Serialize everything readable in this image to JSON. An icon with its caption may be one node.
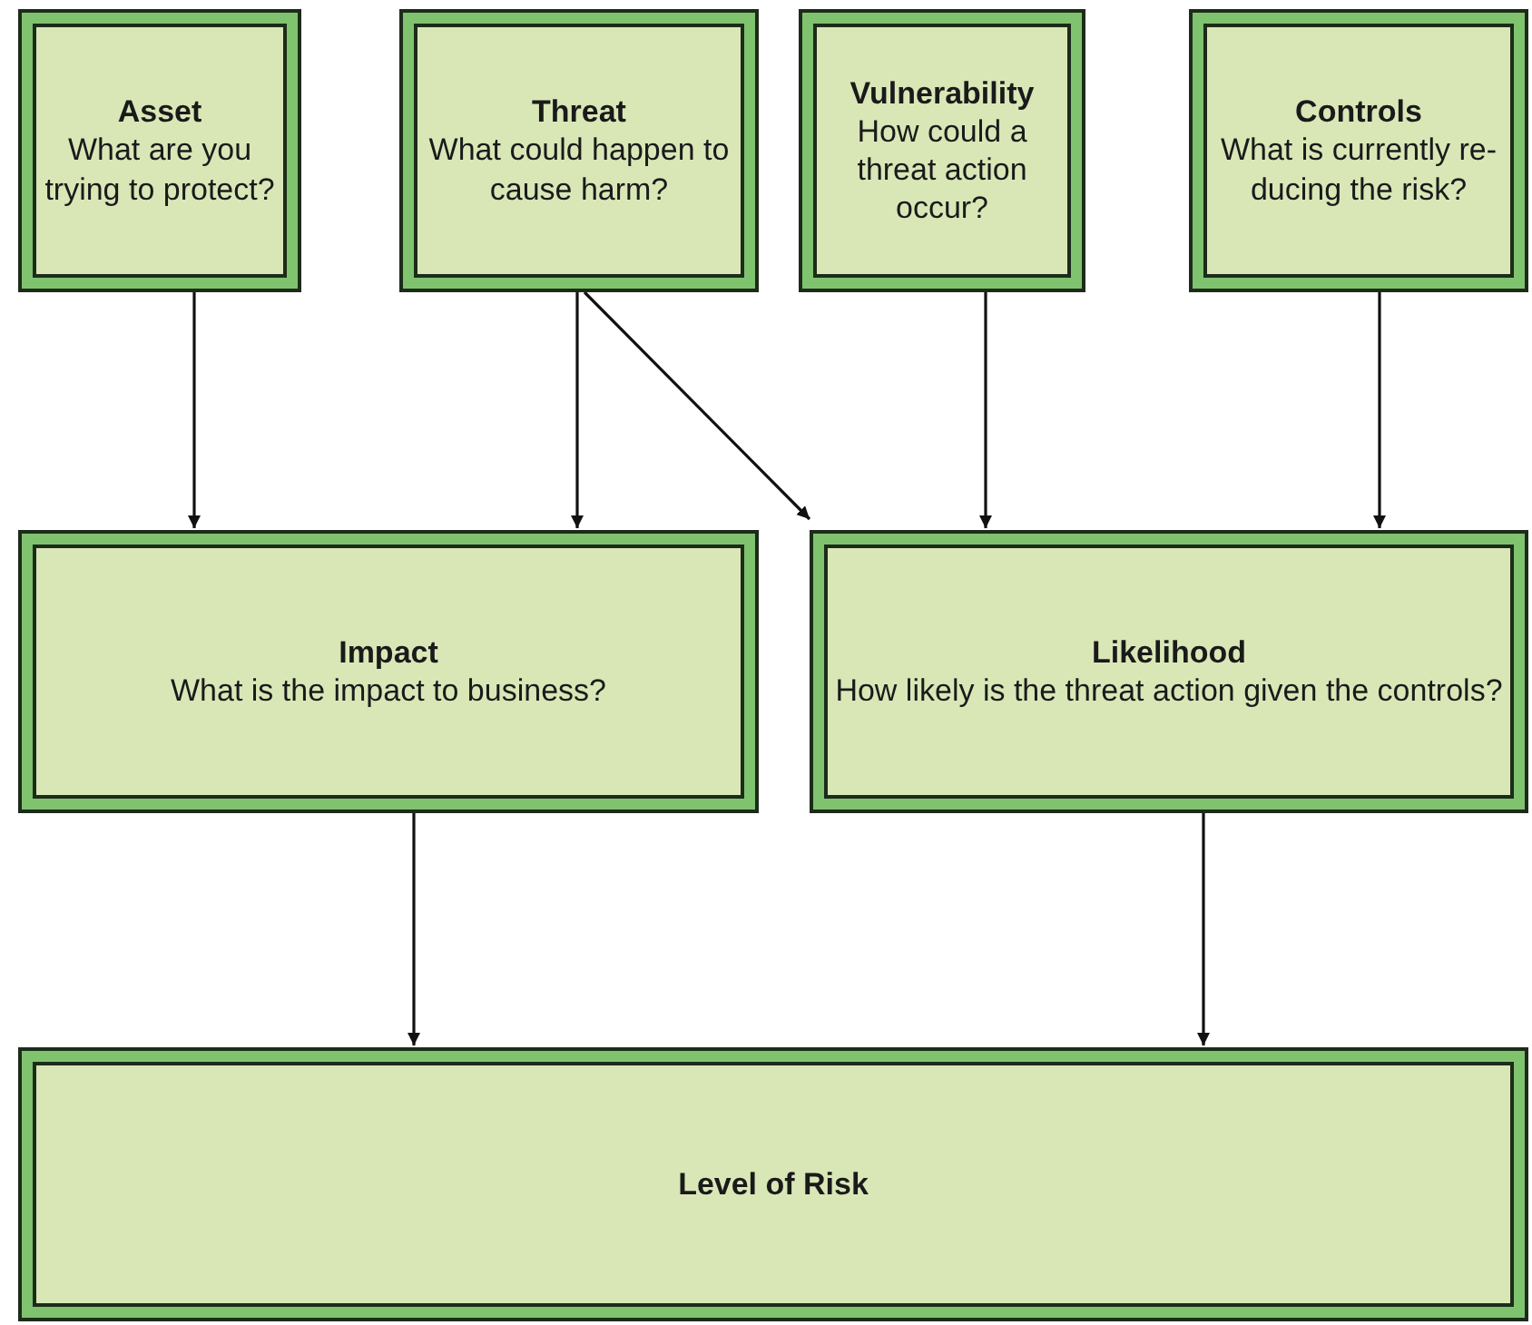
{
  "diagram": {
    "nodes": [
      {
        "text": [
          "Asset",
          "What are you trying to protect?"
        ]
      },
      {
        "text": [
          "Threat",
          "What could happen to cause harm?"
        ]
      },
      {
        "text": [
          "Vulnerability",
          "How could a threat action occur?"
        ]
      },
      {
        "text": [
          "Controls",
          "What is currently re- ducing the risk?"
        ]
      },
      {
        "text": [
          "Impact",
          "What is the impact to business?"
        ]
      },
      {
        "text": [
          "Likelihood",
          "How likely is the threat action given the controls?"
        ]
      },
      {
        "text": [
          "Level of Risk"
        ]
      }
    ],
    "edges": [
      {
        "from": 0,
        "to": 4,
        "arrow": "to"
      },
      {
        "from": 1,
        "to": 4,
        "arrow": "to"
      },
      {
        "from": 1,
        "to": 5,
        "arrow": "to"
      },
      {
        "from": 2,
        "to": 5,
        "arrow": "to"
      },
      {
        "from": 3,
        "to": 5,
        "arrow": "to"
      },
      {
        "from": 4,
        "to": 6,
        "arrow": "to"
      },
      {
        "from": 5,
        "to": 6,
        "arrow": "to"
      }
    ]
  }
}
